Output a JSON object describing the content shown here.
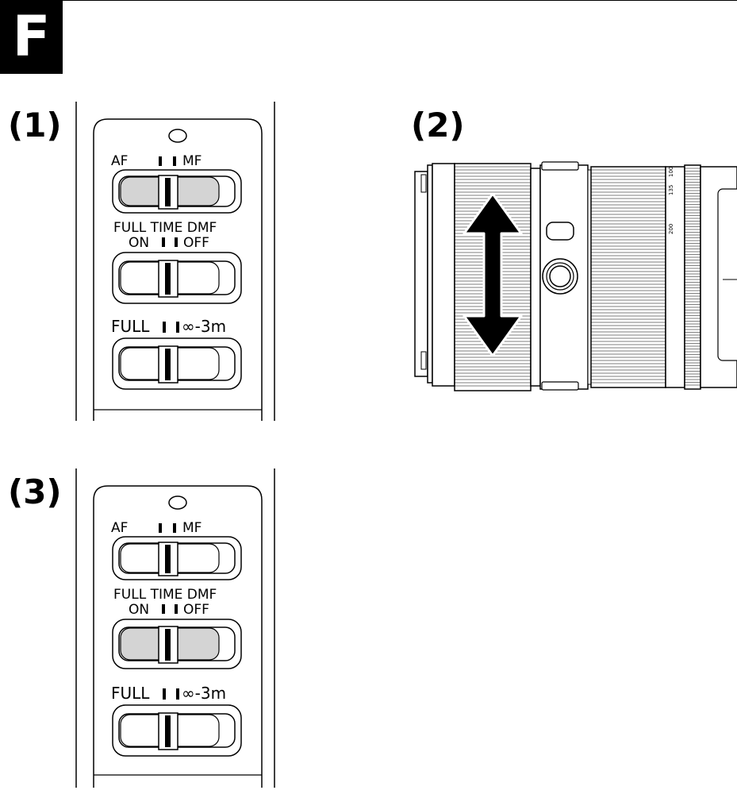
{
  "header": {
    "section_letter": "F"
  },
  "steps": [
    {
      "label": "(1)"
    },
    {
      "label": "(2)"
    },
    {
      "label": "(3)"
    }
  ],
  "switch_panel": {
    "af_mf": {
      "left": "AF",
      "right": "MF"
    },
    "dmf": {
      "line1": "FULL TIME DMF",
      "left": "ON",
      "right": "OFF"
    },
    "range": {
      "left": "FULL",
      "right": "∞-3m"
    }
  },
  "panel_1": {
    "highlighted_switch": "af_mf"
  },
  "panel_3": {
    "highlighted_switch": "dmf"
  },
  "lens": {
    "focal_marks": [
      "200",
      "135",
      "100"
    ],
    "arrow": "up-down"
  },
  "colors": {
    "highlight": "#d4d4d4",
    "ink": "#000000"
  }
}
